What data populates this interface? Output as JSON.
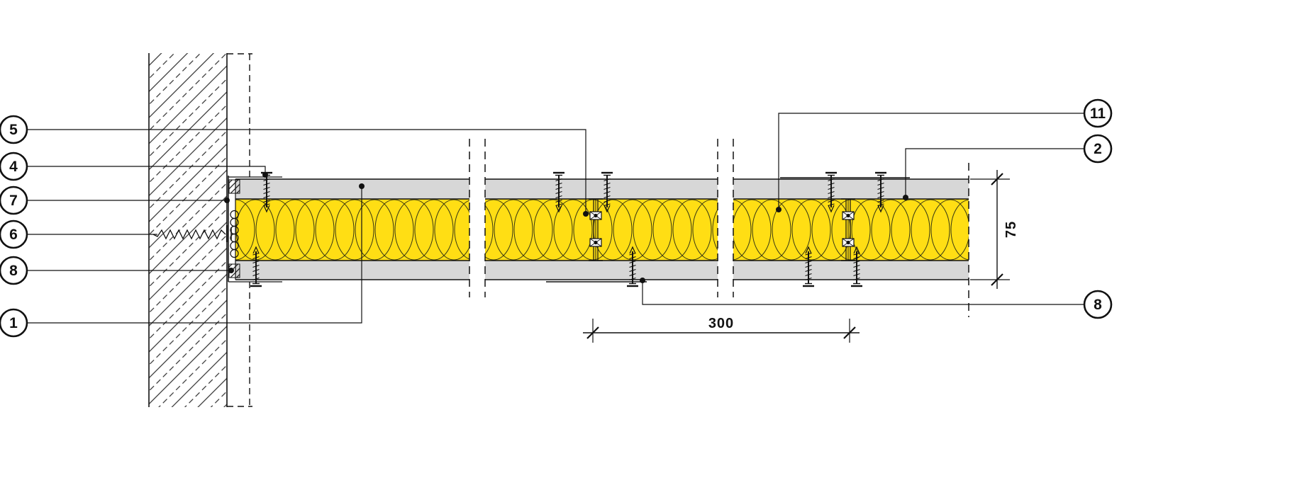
{
  "callouts": {
    "left": [
      {
        "label": "5"
      },
      {
        "label": "4"
      },
      {
        "label": "7"
      },
      {
        "label": "6"
      },
      {
        "label": "8"
      },
      {
        "label": "1"
      }
    ],
    "right": [
      {
        "label": "11"
      },
      {
        "label": "2"
      },
      {
        "label": "8"
      }
    ]
  },
  "dimensions": {
    "partition_thickness": "75",
    "stud_spacing": "300"
  },
  "colors": {
    "insulation_fill": "#FFDE14",
    "board_fill": "#D7D7D7",
    "line": "#111111",
    "background": "#FFFFFF"
  }
}
